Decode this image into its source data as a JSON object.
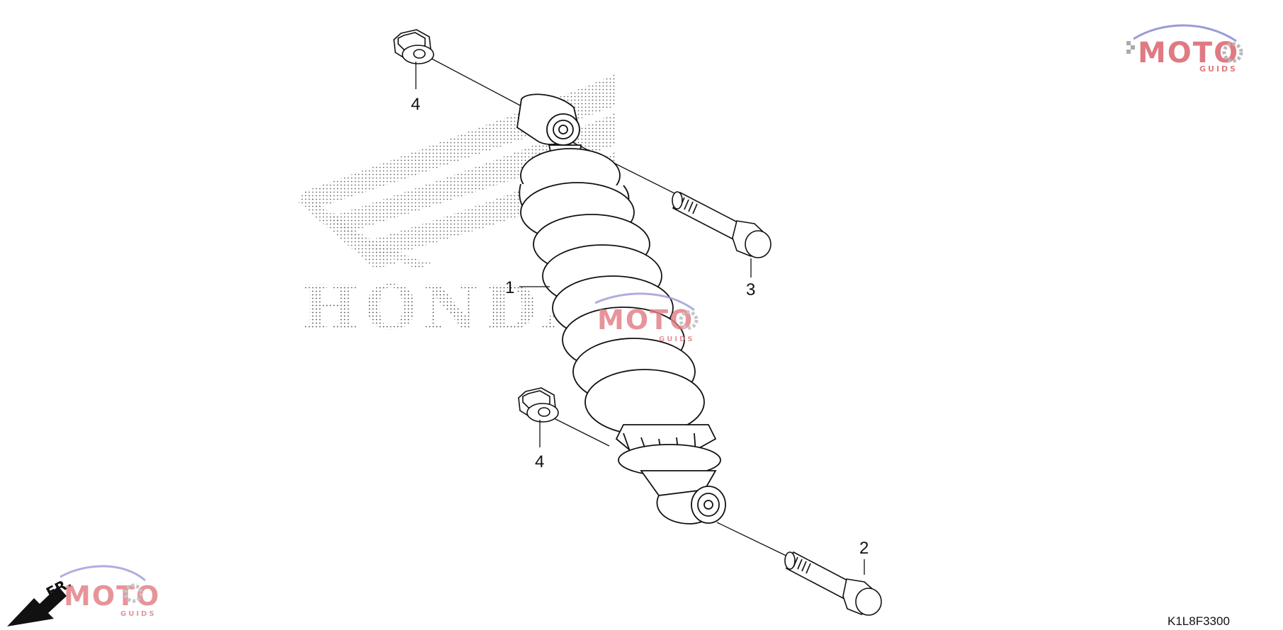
{
  "diagram": {
    "callouts": {
      "part_1": "1",
      "part_2": "2",
      "part_3": "3",
      "part_4_top": "4",
      "part_4_bottom": "4"
    },
    "drawing_code": "K1L8F3300",
    "direction_label": "FR.",
    "background_logo_text": "HONDA",
    "watermark": {
      "text": "MOTO",
      "subtext": "GUIDS",
      "colors": {
        "primary": "#e07a82",
        "accent": "#9b9bd6",
        "gear": "#b8b8b8"
      }
    },
    "line_color": "#111111"
  }
}
